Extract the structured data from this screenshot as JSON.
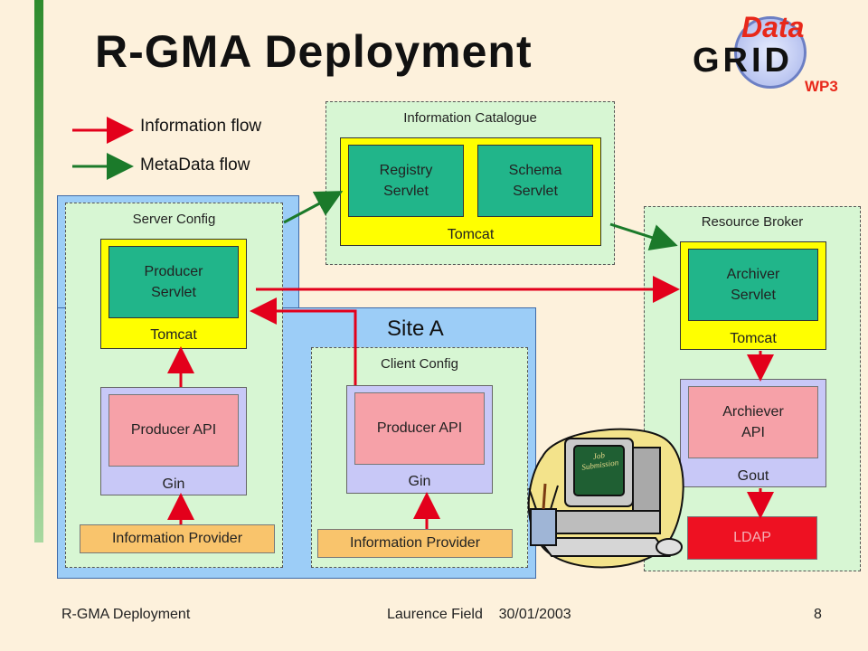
{
  "slide": {
    "title": "R-GMA Deployment",
    "footer_left": "R-GMA Deployment",
    "footer_center": "Laurence Field    30/01/2003",
    "page_number": "8"
  },
  "logo": {
    "data": "Data",
    "grid": "GRID",
    "wp": "WP3"
  },
  "legend": {
    "info_flow": "Information flow",
    "metadata_flow": "MetaData flow",
    "info_color": "#e3001b",
    "metadata_color": "#1b7a2a"
  },
  "information_catalogue": {
    "title": "Information Catalogue",
    "registry": "Registry\nServlet",
    "schema": "Schema\nServlet",
    "tomcat": "Tomcat"
  },
  "site_a": {
    "label": "Site A",
    "server_config": {
      "title": "Server Config",
      "producer_servlet": "Producer\nServlet",
      "tomcat": "Tomcat",
      "producer_api": "Producer API",
      "gin": "Gin",
      "info_provider": "Information Provider"
    },
    "client_config": {
      "title": "Client Config",
      "producer_api": "Producer API",
      "gin": "Gin",
      "info_provider": "Information Provider"
    }
  },
  "resource_broker": {
    "title": "Resource Broker",
    "archiver_servlet": "Archiver\nServlet",
    "tomcat": "Tomcat",
    "archiever_api": "Archiever\nAPI",
    "gout": "Gout",
    "ldap": "LDAP"
  },
  "clipart": {
    "screen_text": "Job\nSubmission"
  }
}
